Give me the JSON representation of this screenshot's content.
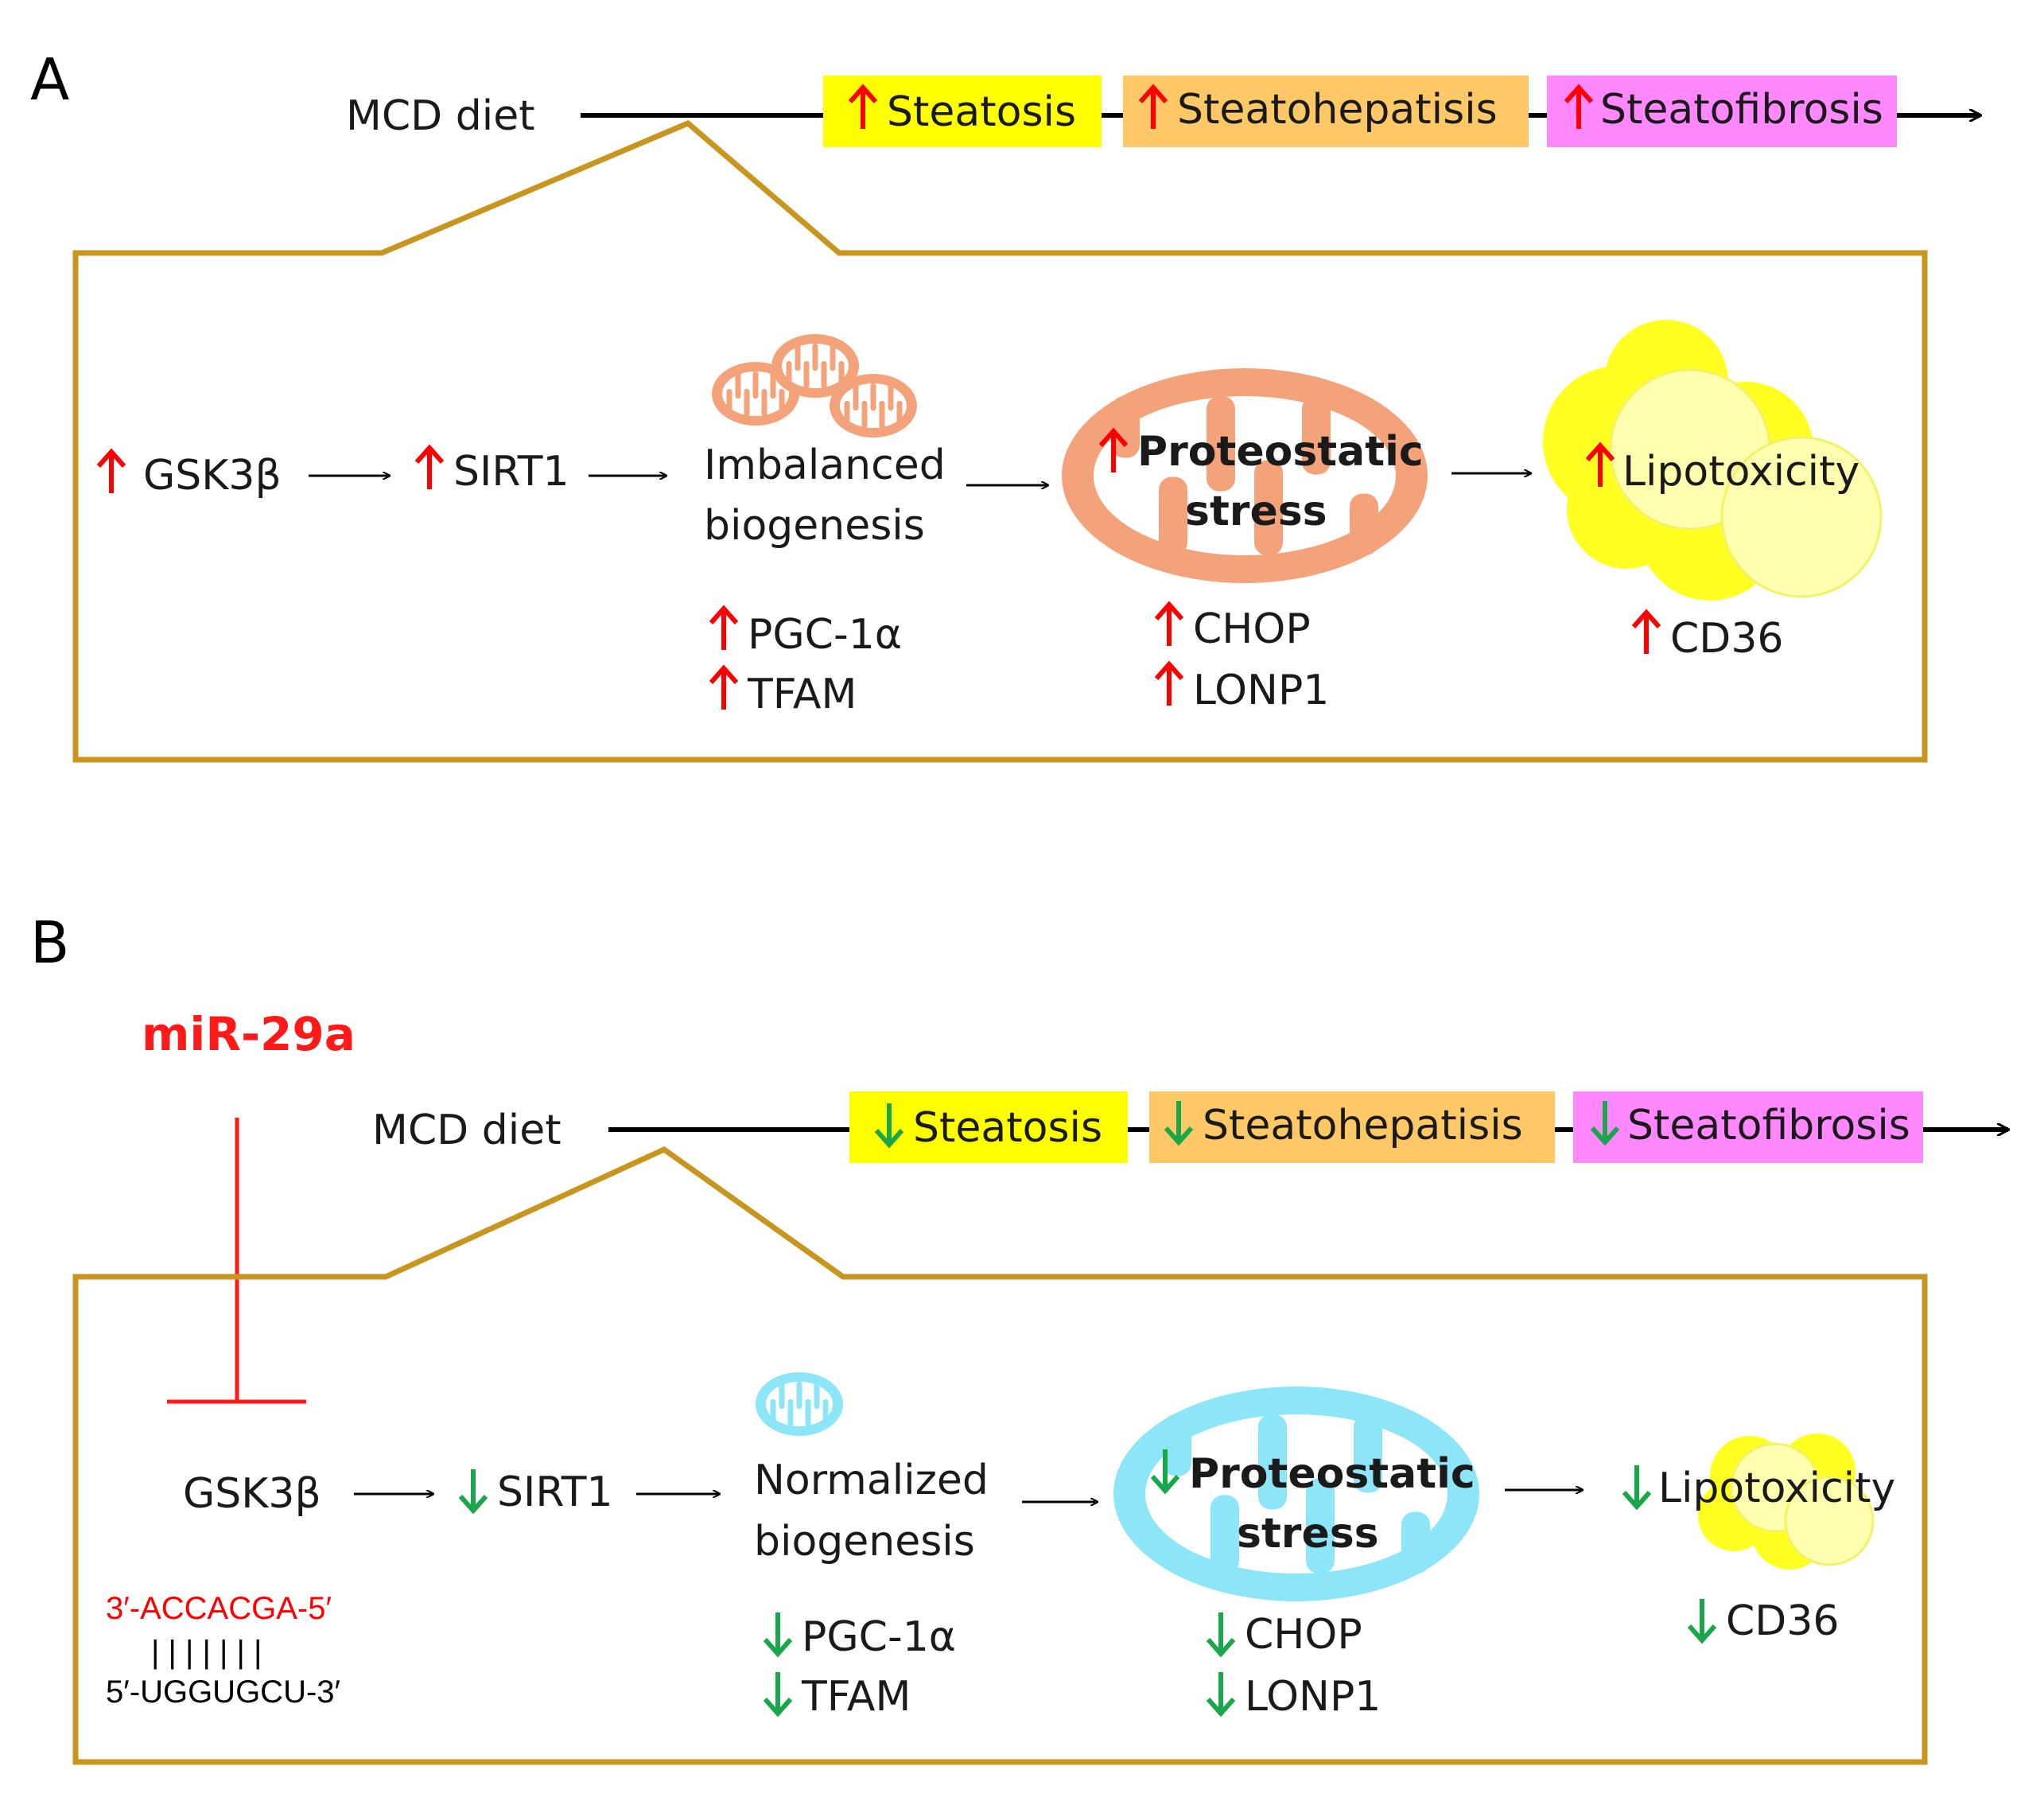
{
  "colors": {
    "up": "#ff0000",
    "down": "#1aa64a",
    "frame": "#c8961e",
    "steatosis": "#ffff00",
    "steatohepatisis": "#ffc866",
    "steatofibrosis": "#ff88ff",
    "mito_a": "#f4a27a",
    "mito_b": "#8ce6f8",
    "lipid": "#ffff22",
    "inhibitor": "#ff1a1a"
  },
  "icons": {
    "up": "red-up-arrow-icon",
    "down": "green-down-arrow-icon",
    "mito_a": "mitochondrion-icon",
    "mito_b": "mitochondrion-icon",
    "lipid": "lipid-droplets-icon"
  },
  "panel_a": {
    "label": "A",
    "diet_label": "MCD diet",
    "stages": [
      "Steatosis",
      "Steatohepatisis",
      "Steatofibrosis"
    ],
    "gsk": "GSK3β",
    "sirt": "SIRT1",
    "biogenesis": [
      "Imbalanced",
      "biogenesis"
    ],
    "proteostatic": [
      "Proteostatic",
      "stress"
    ],
    "lipotoxicity": "Lipotoxicity",
    "biogenesis_markers": [
      "PGC-1α",
      "TFAM"
    ],
    "stress_markers": [
      "CHOP",
      "LONP1"
    ],
    "lipo_marker": "CD36"
  },
  "panel_b": {
    "label": "B",
    "mirna": "miR-29a",
    "diet_label": "MCD diet",
    "stages": [
      "Steatosis",
      "Steatohepatisis",
      "Steatofibrosis"
    ],
    "gsk": "GSK3β",
    "sirt": "SIRT1",
    "biogenesis": [
      "Normalized",
      "biogenesis"
    ],
    "proteostatic": [
      "Proteostatic",
      "stress"
    ],
    "lipotoxicity": "Lipotoxicity",
    "biogenesis_markers": [
      "PGC-1α",
      "TFAM"
    ],
    "stress_markers": [
      "CHOP",
      "LONP1"
    ],
    "lipo_marker": "CD36",
    "seq_mirna": "3′-ACCACGA-5′",
    "seq_bars": "| | | | | | |",
    "seq_target": "5′-UGGUGCU-3′"
  }
}
